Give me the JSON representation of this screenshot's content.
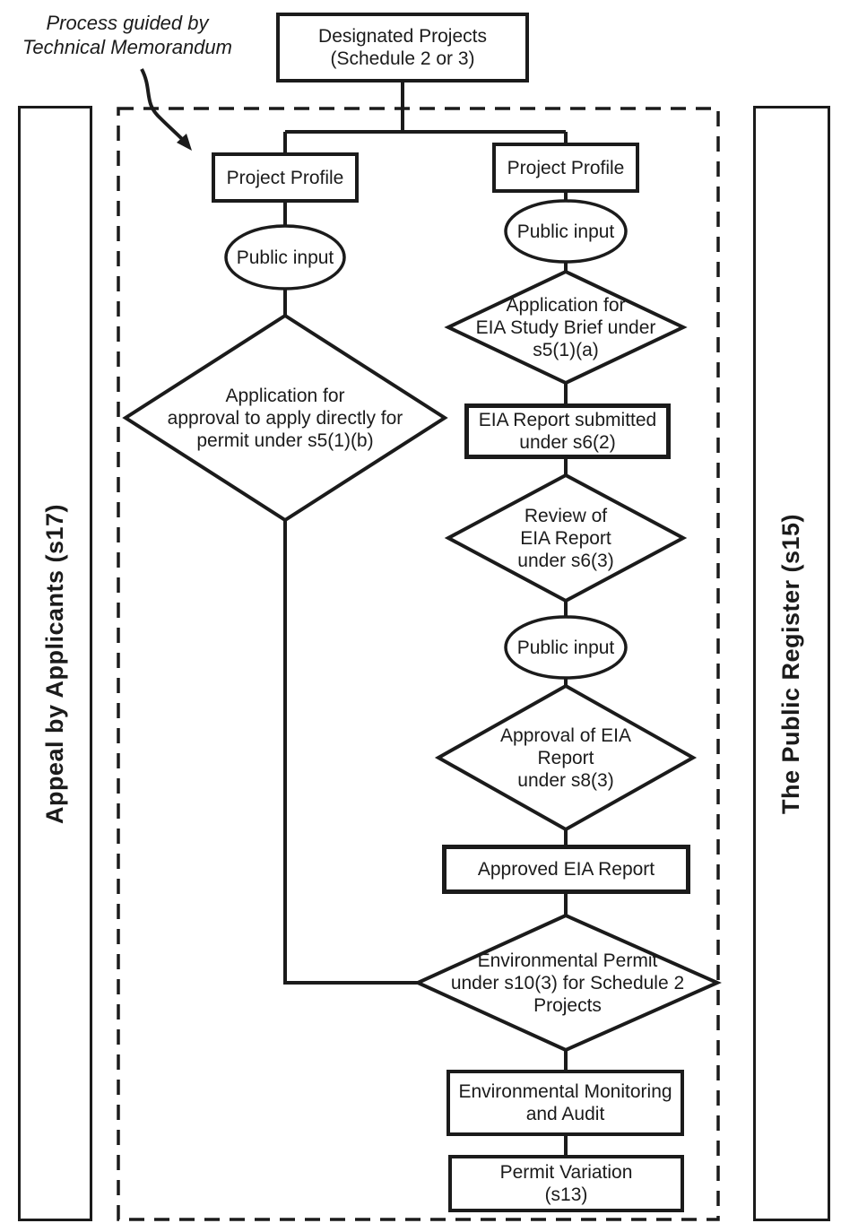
{
  "annotation": {
    "text": "Process guided by\nTechnical Memorandum"
  },
  "sidebars": {
    "left_label": "Appeal by Applicants (s17)",
    "right_label": "The Public Register (s15)"
  },
  "nodes": {
    "designated_projects": "Designated Projects\n(Schedule 2 or 3)",
    "project_profile_left": "Project Profile",
    "project_profile_right": "Project Profile",
    "public_input_left": "Public input",
    "public_input_right_top": "Public input",
    "public_input_right_mid": "Public input",
    "direct_permit_application": "Application for\napproval to apply directly for\npermit under s5(1)(b)",
    "eia_study_brief_application": "Application for\nEIA Study Brief under\ns5(1)(a)",
    "eia_report_submitted": "EIA Report submitted\nunder s6(2)",
    "review_eia_report": "Review of\nEIA Report\nunder s6(3)",
    "approval_eia_report": "Approval of EIA\nReport\nunder s8(3)",
    "approved_eia_report": "Approved EIA Report",
    "environmental_permit": "Environmental Permit\nunder s10(3) for Schedule 2\nProjects",
    "environmental_monitoring": "Environmental Monitoring\nand Audit",
    "permit_variation": "Permit Variation\n(s13)"
  },
  "colors": {
    "ink": "#1b1b1b",
    "background": "#ffffff"
  }
}
